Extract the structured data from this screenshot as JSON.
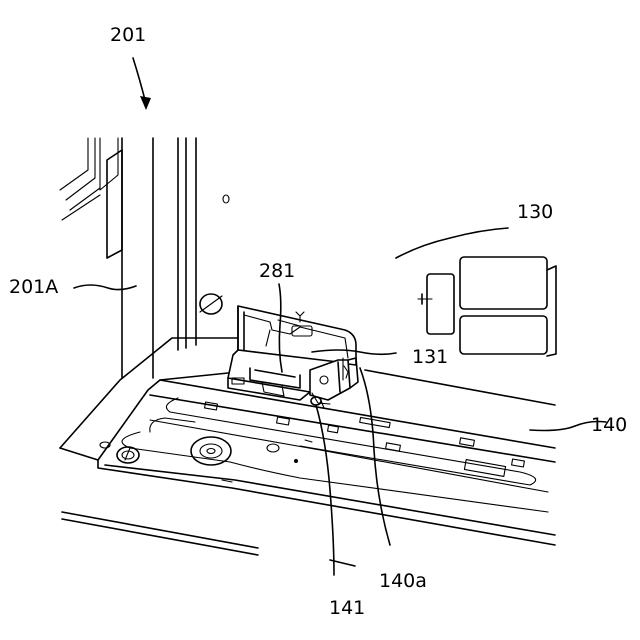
{
  "labels": {
    "l201": "201",
    "l201A": "201A",
    "l281": "281",
    "l130": "130",
    "l131": "131",
    "l140": "140",
    "l140a": "140a",
    "l141": "141"
  }
}
